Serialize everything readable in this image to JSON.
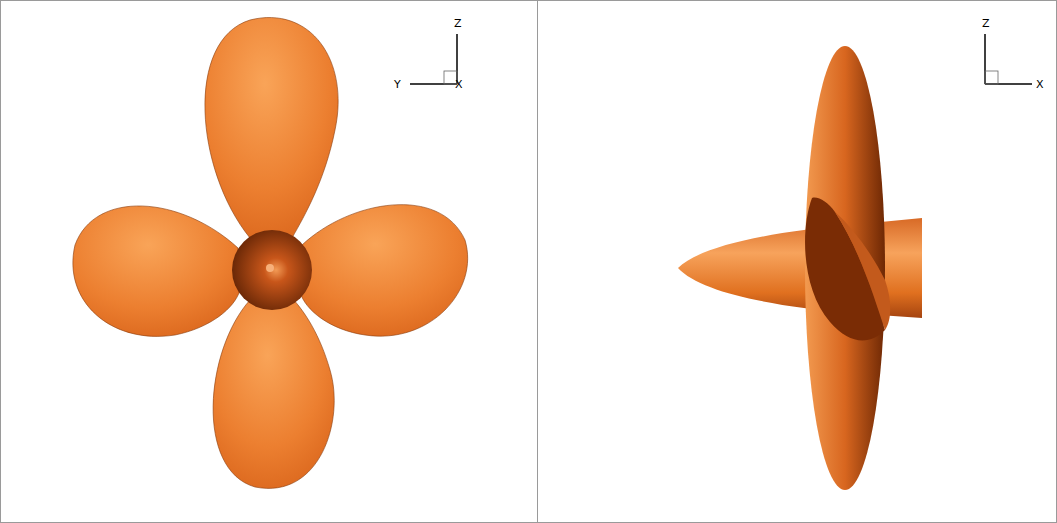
{
  "diagram": {
    "labels": [
      "Z",
      "Y",
      "X",
      "Z",
      "X"
    ]
  }
}
